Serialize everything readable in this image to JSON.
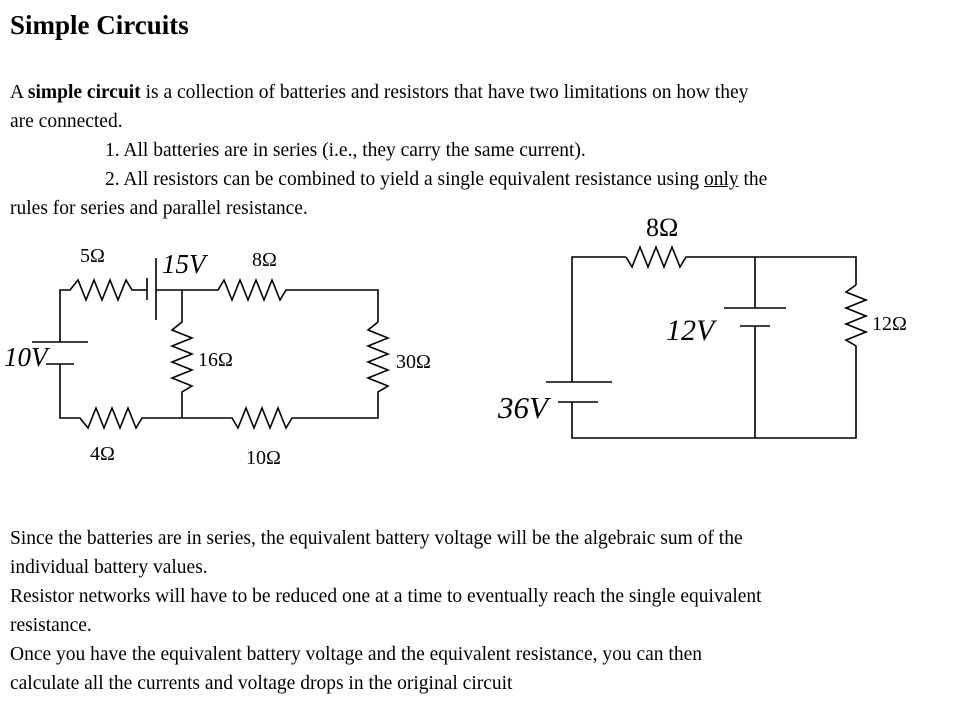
{
  "page": {
    "title": "Simple Circuits",
    "intro": {
      "lead": "A",
      "term": "simple circuit",
      "rest_line1": "is a collection of batteries and resistors that have two limitations on how they",
      "line2": "are connected.",
      "item1": "1. All batteries are in series (i.e., they carry the same current).",
      "item2_a": "2. All resistors can be combined to yield a single equivalent resistance using",
      "item2_u": "only",
      "item2_b": "the",
      "line5": "rules for series and parallel resistance."
    },
    "bottom": {
      "l1": "Since the batteries are in series, the equivalent battery voltage will be the algebraic sum of the",
      "l2": "individual battery values.",
      "l3": "Resistor networks will have to be reduced one at a time to eventually reach the single equivalent",
      "l4": "resistance.",
      "l5": "Once you have the equivalent battery voltage and the equivalent resistance, you can then",
      "l6": "calculate all the currents and voltage drops in the original circuit"
    }
  },
  "circuit_left": {
    "r_top_left": "5Ω",
    "battery_top": "15V",
    "r_top_right": "8Ω",
    "r_middle": "16Ω",
    "r_right": "30Ω",
    "battery_left": "10V",
    "r_bottom_left": "4Ω",
    "r_bottom_right": "10Ω"
  },
  "circuit_right": {
    "r_top": "8Ω",
    "battery_middle": "12V",
    "r_right": "12Ω",
    "battery_left": "36V"
  }
}
